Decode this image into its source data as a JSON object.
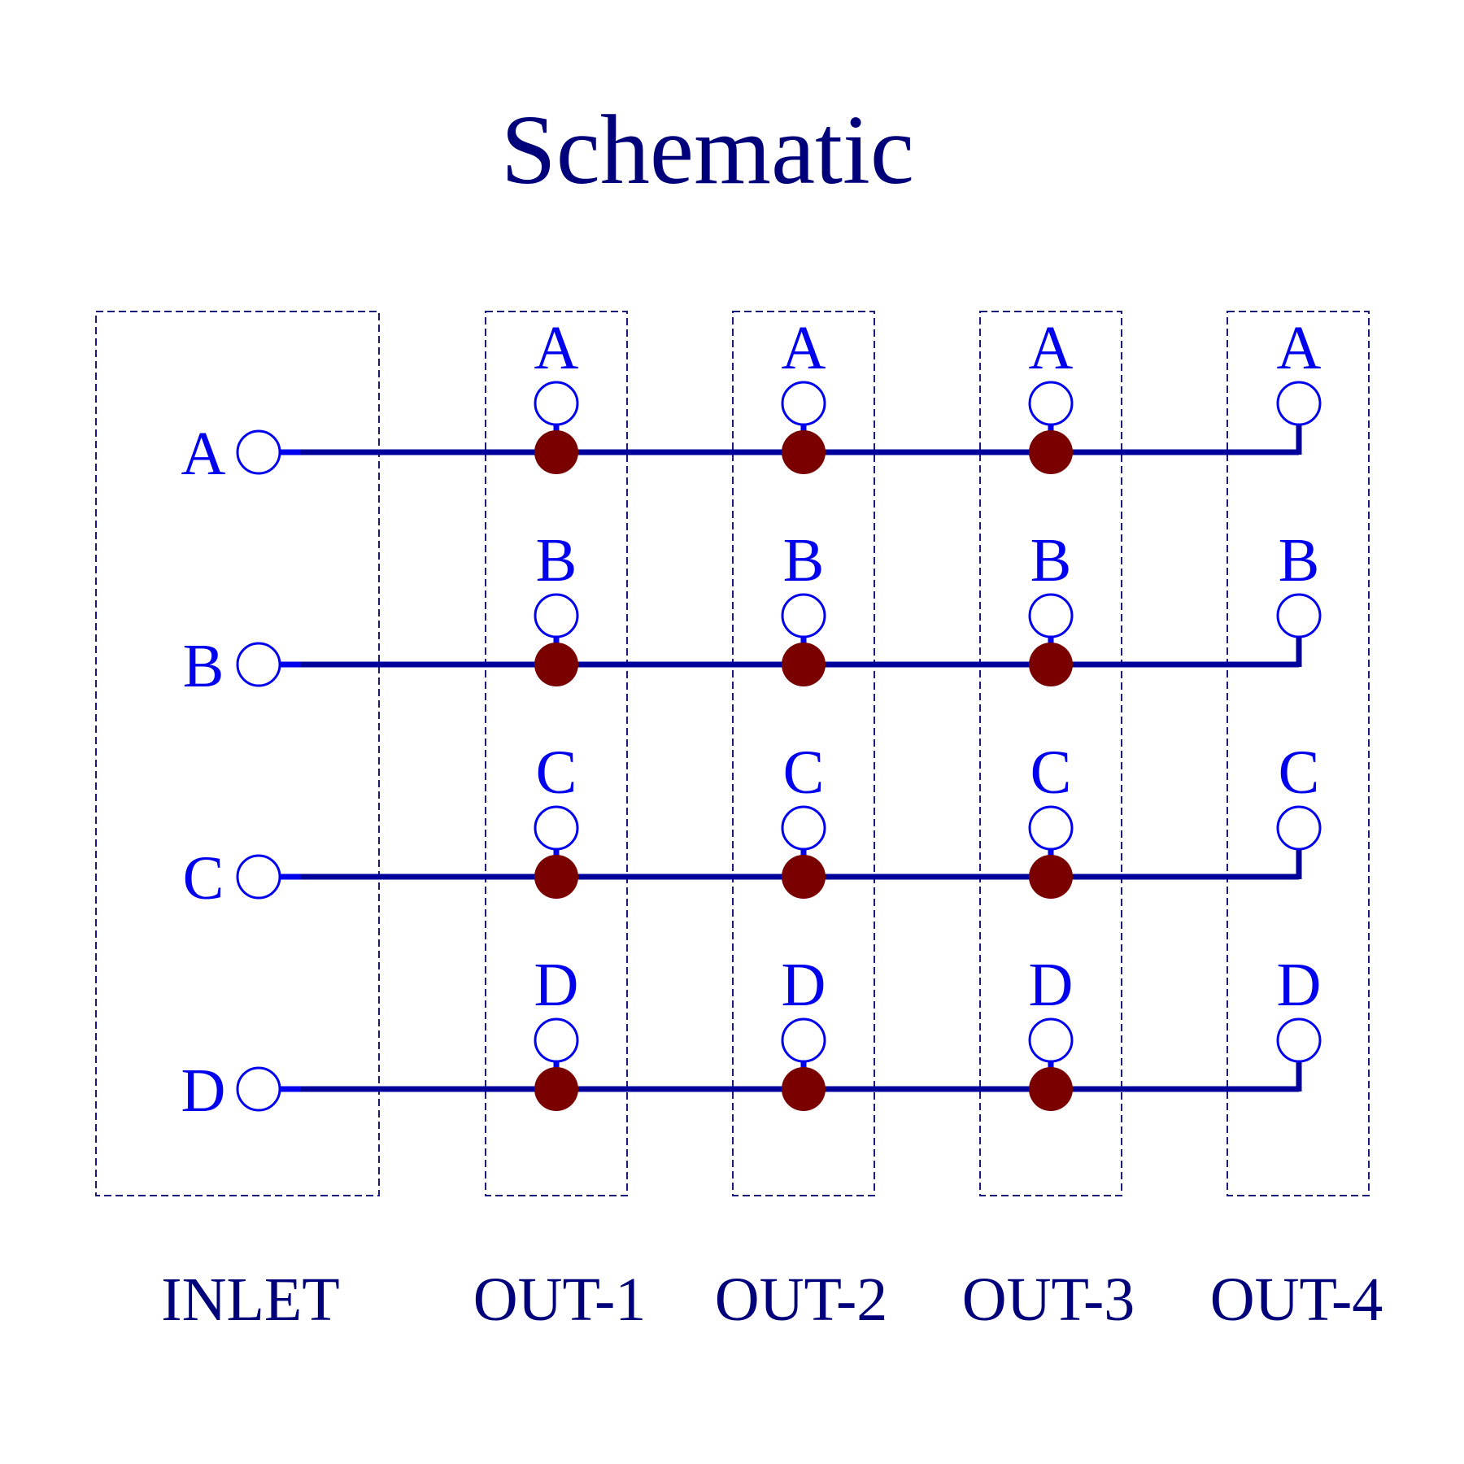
{
  "title": "Schematic",
  "blocks": [
    {
      "name": "INLET",
      "pins": [
        "A",
        "B",
        "C",
        "D"
      ]
    },
    {
      "name": "OUT-1",
      "pins": [
        "A",
        "B",
        "C",
        "D"
      ]
    },
    {
      "name": "OUT-2",
      "pins": [
        "A",
        "B",
        "C",
        "D"
      ]
    },
    {
      "name": "OUT-3",
      "pins": [
        "A",
        "B",
        "C",
        "D"
      ]
    },
    {
      "name": "OUT-4",
      "pins": [
        "A",
        "B",
        "C",
        "D"
      ]
    }
  ],
  "colors": {
    "title": "#00007a",
    "pin_label": "#0000ee",
    "bus_line": "#00009a",
    "junction": "#7a0000",
    "box_outline": "#1a1a7a"
  }
}
